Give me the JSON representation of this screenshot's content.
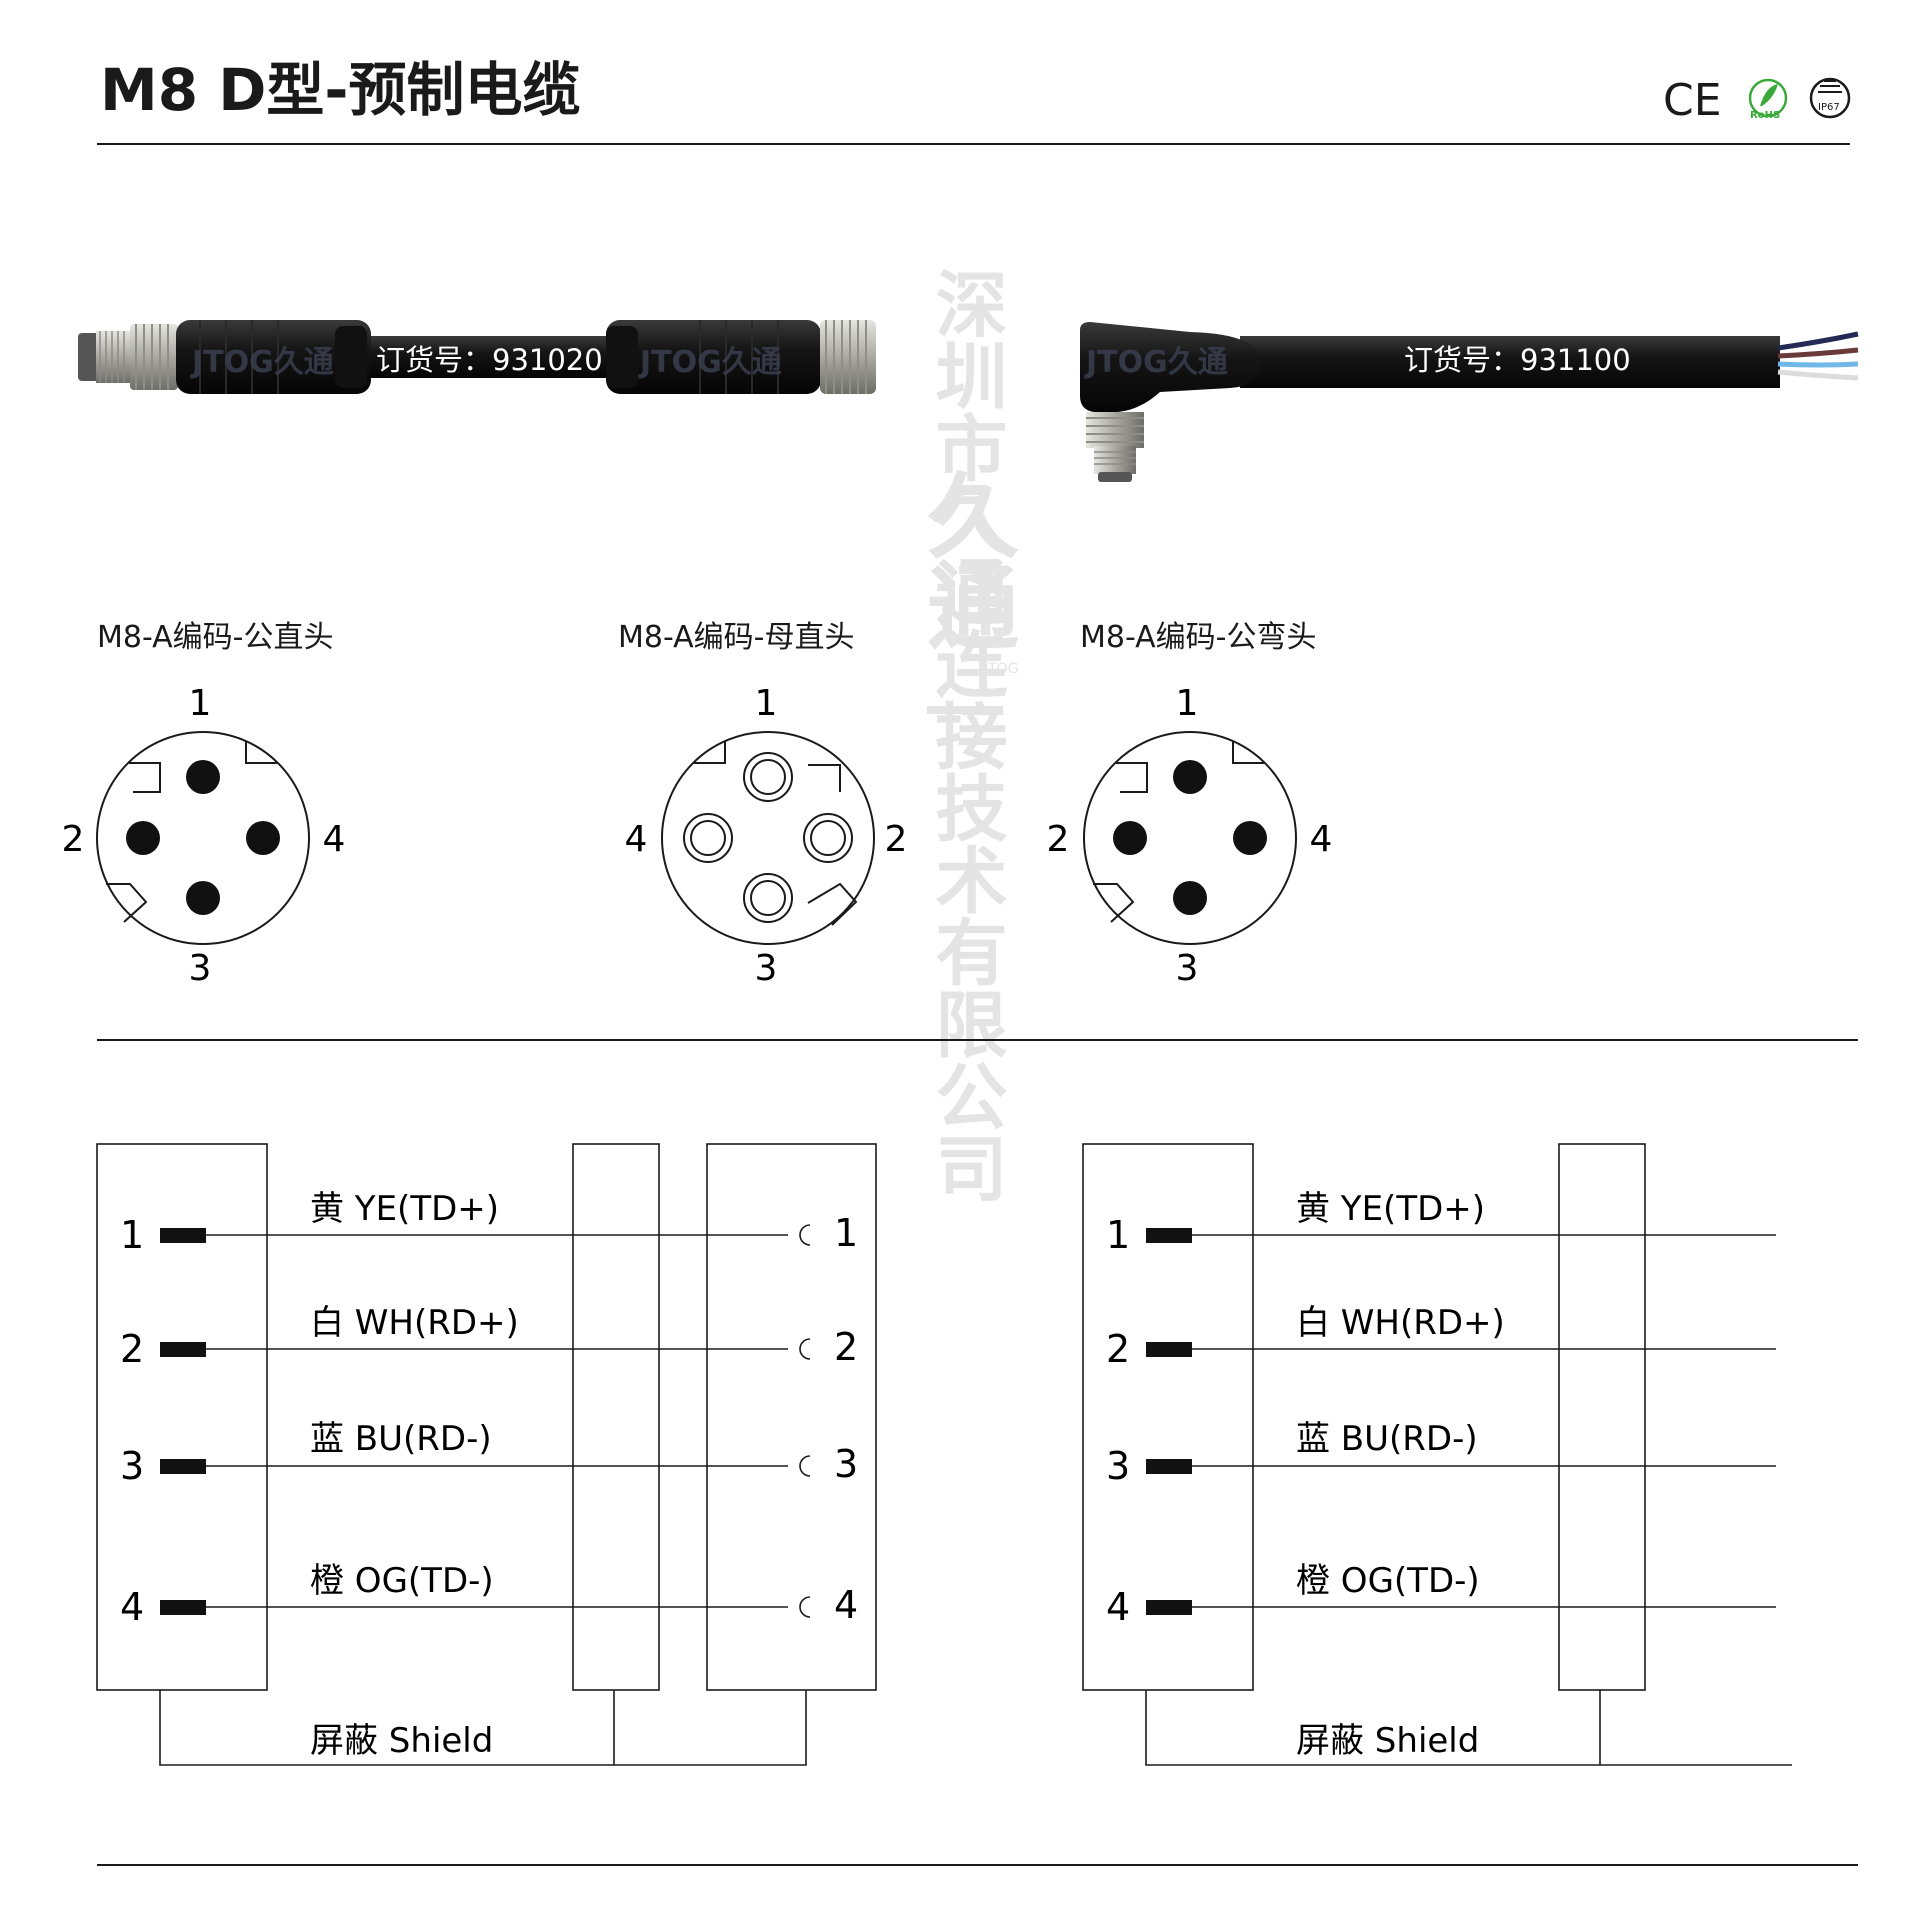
{
  "header": {
    "title": "M8 D型-预制电缆",
    "logos": [
      "CE",
      "RoHS",
      "IP67"
    ]
  },
  "watermark": {
    "brand": "久通",
    "brand_en": "JTOG",
    "company": "深圳市久通连接技术有限公司"
  },
  "products": [
    {
      "order_label": "订货号：931020",
      "brand_mark": "JTOG久通"
    },
    {
      "order_label": "订货号：931100",
      "brand_mark": "JTOG久通"
    }
  ],
  "pinouts": [
    {
      "label": "M8-A编码-公直头",
      "top": "1",
      "left": "2",
      "right": "4",
      "bottom": "3",
      "contact": "male"
    },
    {
      "label": "M8-A编码-母直头",
      "top": "1",
      "left": "4",
      "right": "2",
      "bottom": "3",
      "contact": "female"
    },
    {
      "label": "M8-A编码-公弯头",
      "top": "1",
      "left": "2",
      "right": "4",
      "bottom": "3",
      "contact": "male"
    }
  ],
  "wiring": {
    "pins": [
      "1",
      "2",
      "3",
      "4"
    ],
    "wires": [
      "黄 YE(TD+)",
      "白 WH(RD+)",
      "蓝 BU(RD-)",
      "橙 OG(TD-)"
    ],
    "shield": "屏蔽 Shield"
  },
  "colors": {
    "line": "#1a1a1a",
    "cable": "#141414",
    "metal": "#b8b8b0",
    "watermark": "#e4e4e4",
    "rohs": "#3aa93a"
  }
}
